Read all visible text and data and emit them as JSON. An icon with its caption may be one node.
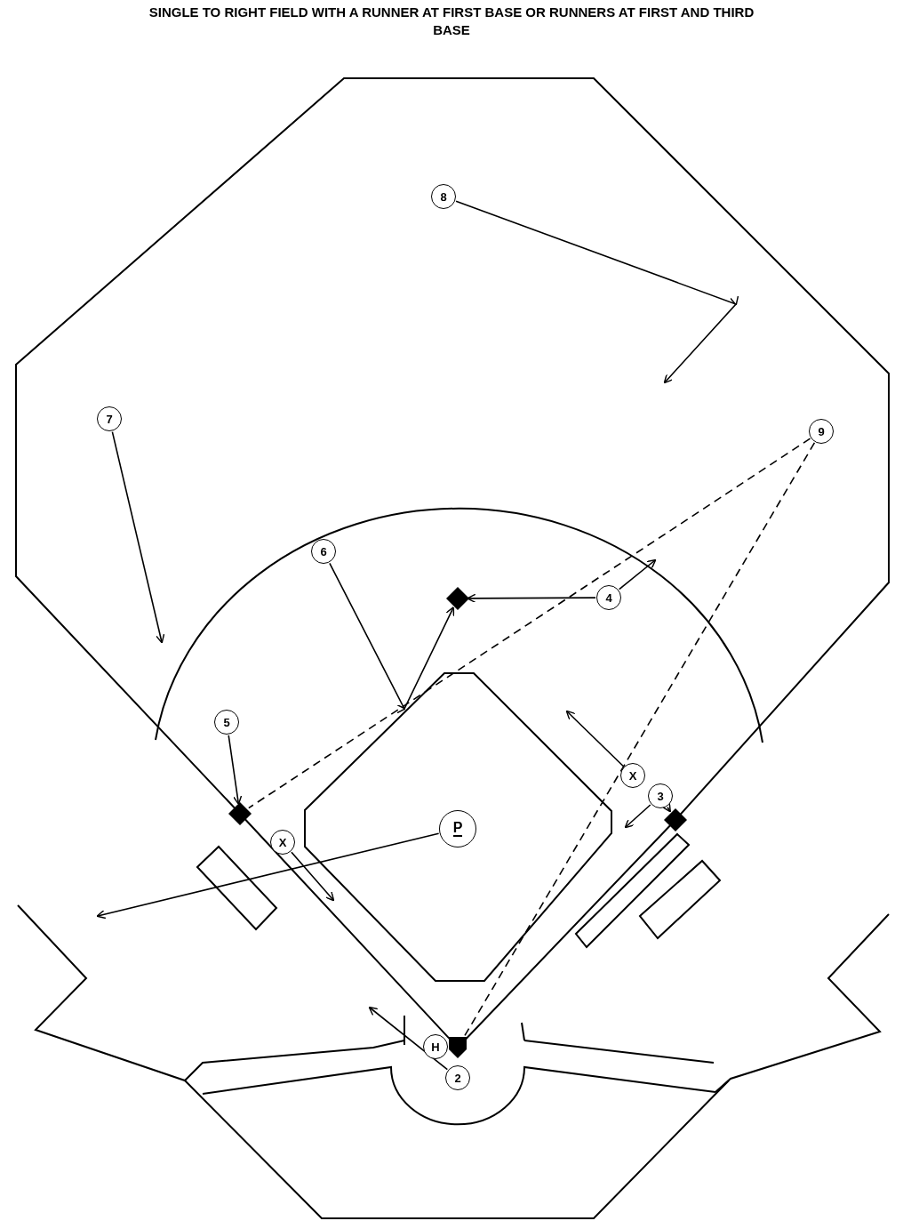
{
  "diagram": {
    "title": "SINGLE TO RIGHT FIELD WITH A RUNNER AT FIRST BASE OR RUNNERS AT FIRST AND THIRD BASE",
    "nodes": [
      {
        "text": [
          "8"
        ]
      },
      {
        "text": [
          "7"
        ]
      },
      {
        "text": [
          "9"
        ]
      },
      {
        "text": [
          "6"
        ]
      },
      {
        "text": [
          "4"
        ]
      },
      {
        "text": [],
        "shape": "diamond"
      },
      {
        "text": [
          "5"
        ]
      },
      {
        "text": [
          "X"
        ]
      },
      {
        "text": [
          "3"
        ]
      },
      {
        "text": [],
        "shape": "diamond"
      },
      {
        "text": [],
        "shape": "diamond"
      },
      {
        "text": [
          "P"
        ]
      },
      {
        "text": [
          "X"
        ]
      },
      {
        "text": [
          "H"
        ]
      },
      {
        "text": [],
        "shape": "pentagon"
      },
      {
        "text": [
          "2"
        ]
      }
    ],
    "edges": [
      {
        "from": 0,
        "to": null,
        "arrow": "to"
      },
      {
        "from": 1,
        "to": null,
        "arrow": "to"
      },
      {
        "from": 2,
        "to": 9,
        "arrow": "none",
        "style": "dashed"
      },
      {
        "from": 2,
        "to": 14,
        "arrow": "none",
        "style": "dashed"
      },
      {
        "from": 3,
        "to": 5,
        "arrow": "to"
      },
      {
        "from": 4,
        "to": 5,
        "arrow": "to"
      },
      {
        "from": 4,
        "to": null,
        "arrow": "to"
      },
      {
        "from": 6,
        "to": 9,
        "arrow": "to"
      },
      {
        "from": 7,
        "to": null,
        "arrow": "to"
      },
      {
        "from": 8,
        "to": null,
        "arrow": "to"
      },
      {
        "from": 8,
        "to": 10,
        "arrow": "to"
      },
      {
        "from": 11,
        "to": null,
        "arrow": "to"
      },
      {
        "from": 12,
        "to": null,
        "arrow": "to"
      },
      {
        "from": 15,
        "to": null,
        "arrow": "to"
      }
    ]
  }
}
